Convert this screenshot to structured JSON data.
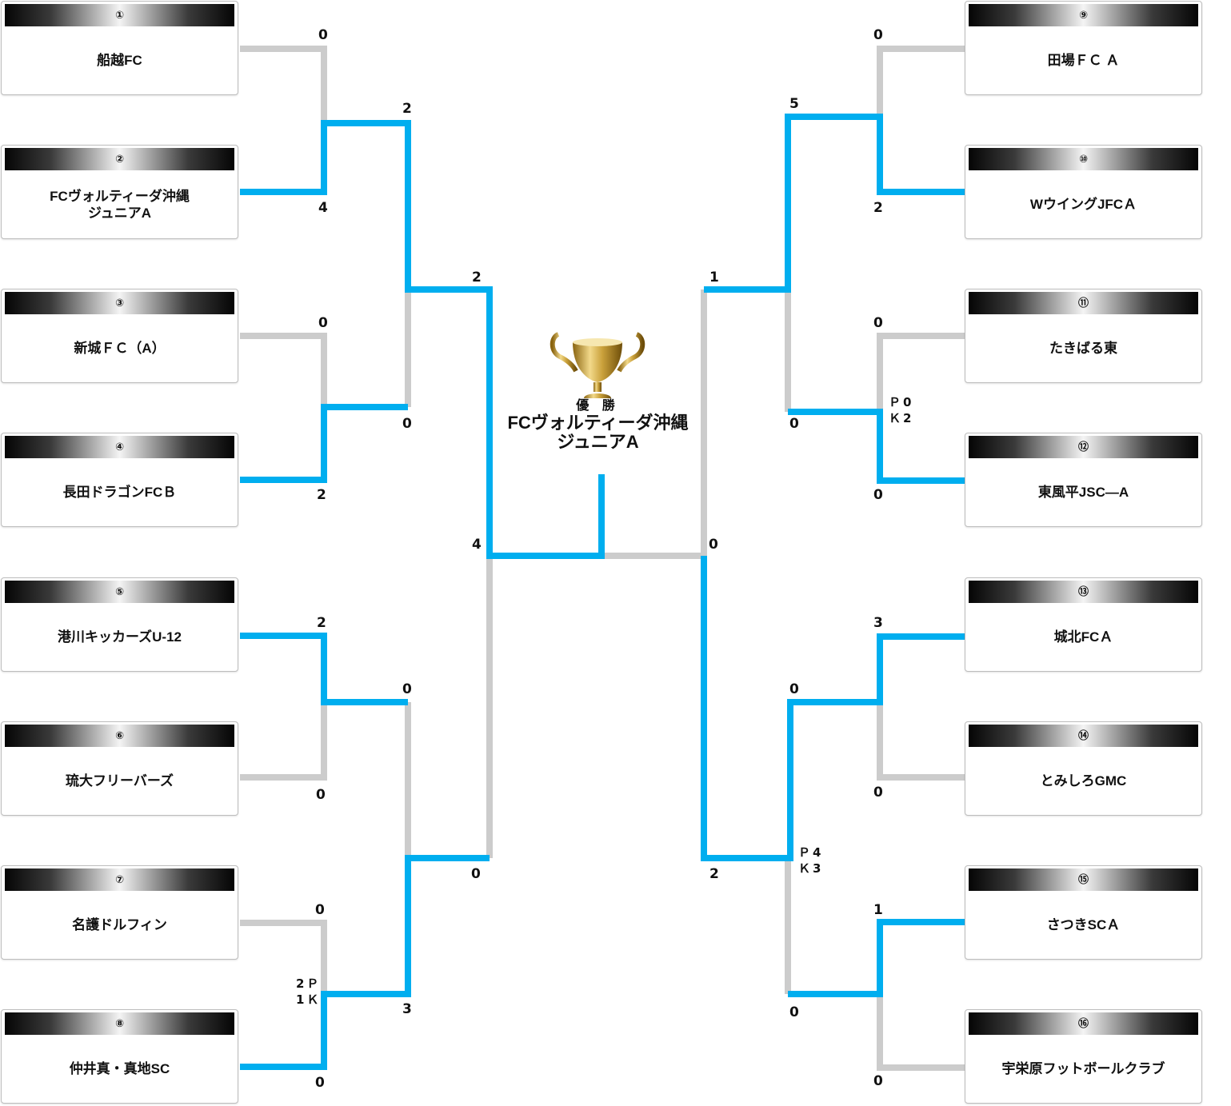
{
  "tournament": {
    "winner_label": "優 勝",
    "winner_name": "FCヴォルティーダ沖縄\nジュニアA"
  },
  "colors": {
    "win_line": "#00aeef",
    "lose_line": "#cccccc",
    "seed_bar": "#111111"
  },
  "teams": [
    {
      "seed": "①",
      "name": "船越FC"
    },
    {
      "seed": "②",
      "name": "FCヴォルティーダ沖縄\nジュニアA"
    },
    {
      "seed": "③",
      "name": "新城ＦＣ（A）"
    },
    {
      "seed": "④",
      "name": "長田ドラゴンFCＢ"
    },
    {
      "seed": "⑤",
      "name": "港川キッカーズU-12"
    },
    {
      "seed": "⑥",
      "name": "琉大フリーバーズ"
    },
    {
      "seed": "⑦",
      "name": "名護ドルフィン"
    },
    {
      "seed": "⑧",
      "name": "仲井真・真地SC"
    },
    {
      "seed": "⑨",
      "name": "田場ＦＣ Ａ"
    },
    {
      "seed": "⑩",
      "name": "WウイングJFCＡ"
    },
    {
      "seed": "⑪",
      "name": "たきばる東"
    },
    {
      "seed": "⑫",
      "name": "東風平JSC―A"
    },
    {
      "seed": "⑬",
      "name": "城北FCＡ"
    },
    {
      "seed": "⑭",
      "name": "とみしろGMC"
    },
    {
      "seed": "⑮",
      "name": "さつきSCＡ"
    },
    {
      "seed": "⑯",
      "name": "宇栄原フットボールクラブ"
    }
  ],
  "scores": {
    "r1": [
      "0",
      "4",
      "0",
      "2",
      "2",
      "0",
      "0",
      "0",
      "0",
      "2",
      "0",
      "0",
      "3",
      "0",
      "1",
      "0"
    ],
    "r2": [
      "2",
      "0",
      "0",
      "3",
      "5",
      "0",
      "0",
      "0"
    ],
    "r3": [
      "2",
      "0",
      "1",
      "2"
    ],
    "final": [
      "4",
      "0"
    ]
  },
  "pk": {
    "r1_m4": "2Ｐ\n1Ｋ",
    "r1_m6": "Ｐ0\nＫ2",
    "r2_m4": "Ｐ4\nＫ3"
  }
}
